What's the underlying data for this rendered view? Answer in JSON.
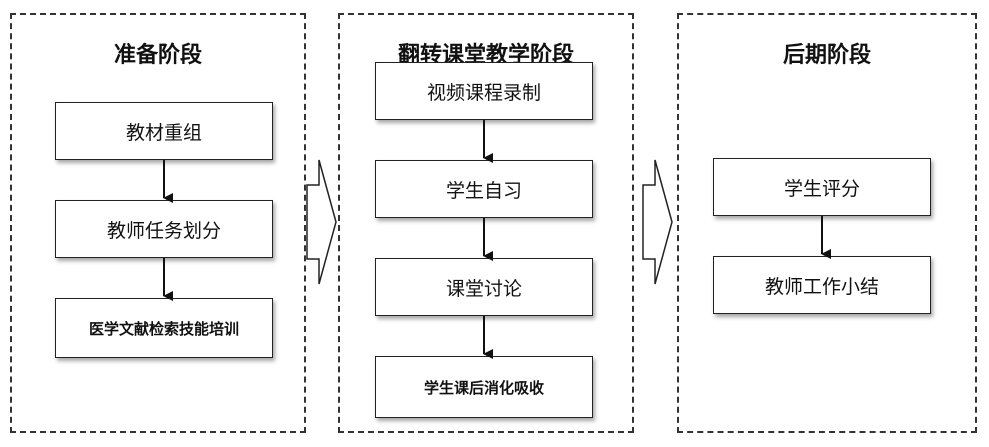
{
  "stages": [
    {
      "title": "准备阶段",
      "steps": [
        "教材重组",
        "教师任务划分",
        "医学文献检索技能培训"
      ]
    },
    {
      "title": "翻转课堂教学阶段",
      "steps": [
        "视频课程录制",
        "学生自习",
        "课堂讨论",
        "学生课后消化吸收"
      ]
    },
    {
      "title": "后期阶段",
      "steps": [
        "学生评分",
        "教师工作小结"
      ]
    }
  ]
}
